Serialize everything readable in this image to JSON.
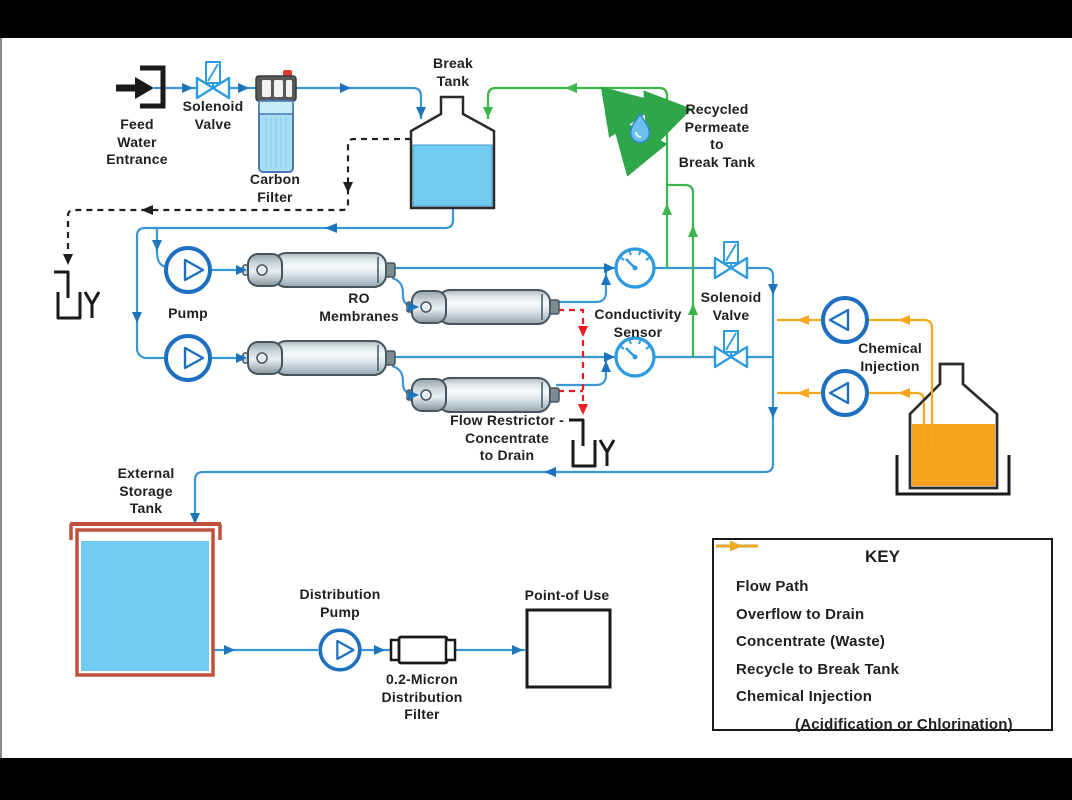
{
  "labels": {
    "feed_water": "Feed\nWater\nEntrance",
    "solenoid_valve_inlet": "Solenoid\nValve",
    "carbon_filter": "Carbon\nFilter",
    "break_tank": "Break\nTank",
    "recycled_permeate": "Recycled\nPermeate\nto\nBreak Tank",
    "pump": "Pump",
    "ro_membranes": "RO\nMembranes",
    "conductivity_sensor": "Conductivity\nSensor",
    "solenoid_valve_outlet": "Solenoid\nValve",
    "chemical_injection": "Chemical\nInjection",
    "flow_restrictor": "Flow Restrictor -\nConcentrate\nto Drain",
    "external_storage_tank": "External\nStorage\nTank",
    "distribution_pump": "Distribution\nPump",
    "distribution_filter": "0.2-Micron\nDistribution\nFilter",
    "point_of_use": "Point-of Use"
  },
  "key": {
    "title": "KEY",
    "entries": [
      {
        "label": "Flow Path",
        "color": "#3a97d3",
        "style": "solid"
      },
      {
        "label": "Overflow to Drain",
        "color": "#231f20",
        "style": "dashed"
      },
      {
        "label": "Concentrate (Waste)",
        "color": "#ed1c24",
        "style": "dashed"
      },
      {
        "label": "Recycle to Break Tank",
        "color": "#3cb54a",
        "style": "solid"
      },
      {
        "label": "Chemical Injection",
        "color": "#f5a81c",
        "style": "solid"
      }
    ],
    "footnote": "(Acidification or Chlorination)"
  },
  "colors": {
    "flow_path": "#3a97d3",
    "flow_arrow": "#1b75bc",
    "overflow": "#231f20",
    "concentrate": "#ed1c24",
    "recycle": "#3cb54a",
    "chemical": "#f5a81c",
    "water_fill": "#72cbf1",
    "chemical_liquid": "#f6a21e",
    "storage_tank_outline": "#c0503c"
  }
}
